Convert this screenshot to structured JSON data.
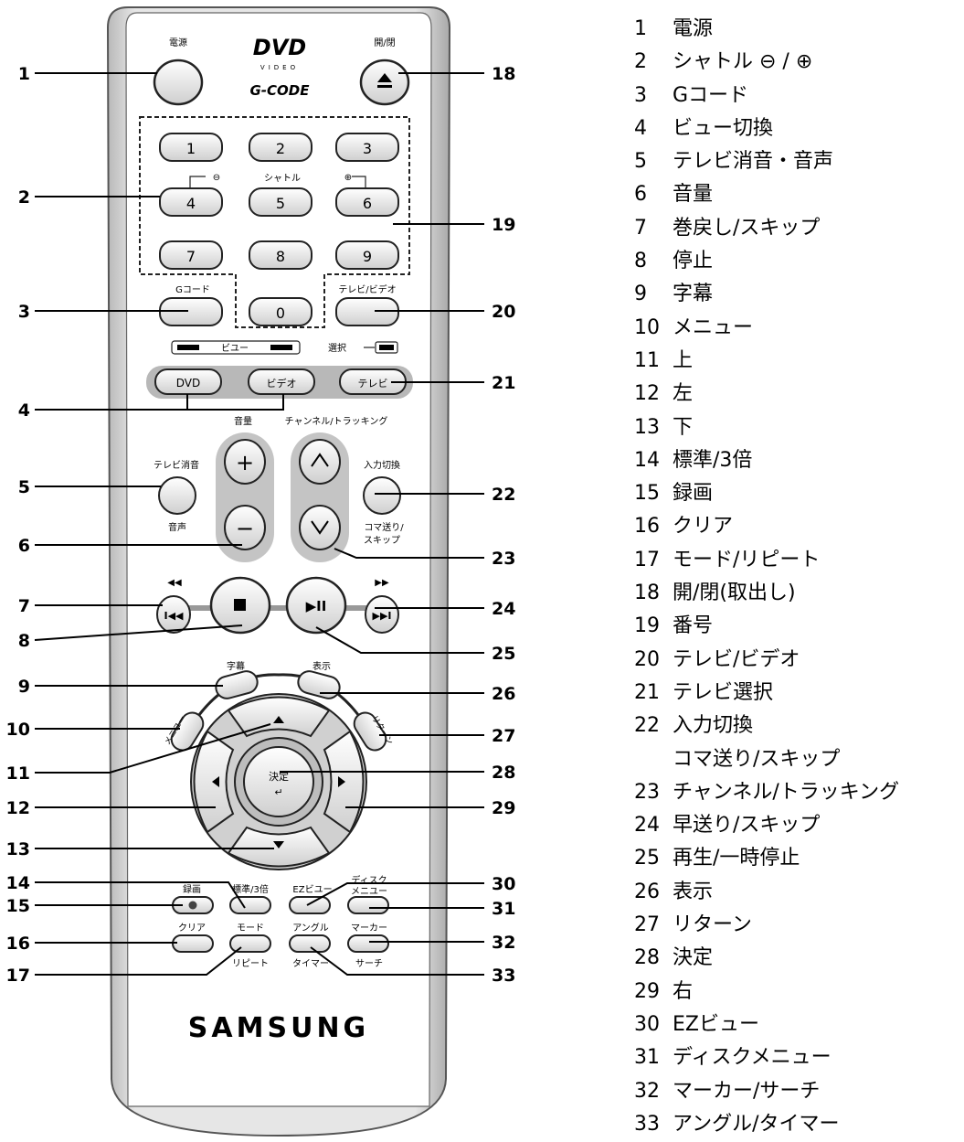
{
  "remote": {
    "brand": "SAMSUNG",
    "logo_main": "DVD",
    "logo_sub": "VIDEO",
    "logo_gcode": "G-CODE",
    "top_labels": {
      "power": "電源",
      "eject": "開/閉"
    },
    "number_keys": [
      "1",
      "2",
      "3",
      "4",
      "5",
      "6",
      "7",
      "8",
      "9",
      "0"
    ],
    "shuttle_label": "シャトル",
    "gcode_label": "Gコード",
    "tv_video_label": "テレビ/ビデオ",
    "view_label": "ビユー",
    "select_label": "選択",
    "mode_buttons": [
      "DVD",
      "ビデオ",
      "テレビ"
    ],
    "volume_label": "音量",
    "channel_label": "チャンネル/トラッキング",
    "tv_mute_label": "テレビ消音",
    "audio_label": "音声",
    "input_label": "入力切換",
    "frame_skip_label": [
      "コマ送り/",
      "スキップ"
    ],
    "subtitle_label": "字幕",
    "display_label": "表示",
    "menu_label": "メニユー",
    "return_label": "リターン",
    "enter_label": "決定",
    "record_label": "録画",
    "standard_label": "標準/3倍",
    "ez_label": "EZビユー",
    "disc_label": "ディスク",
    "disc_menu_label": "メニユー",
    "clear_label": "クリア",
    "mode_label": "モード",
    "angle_label": "アングル",
    "marker_label": "マーカー",
    "repeat_label": "リピート",
    "timer_label": "タイマー",
    "search_label": "サーチ"
  },
  "callouts_left": [
    "1",
    "2",
    "3",
    "4",
    "5",
    "6",
    "7",
    "8",
    "9",
    "10",
    "11",
    "12",
    "13",
    "14",
    "15",
    "16",
    "17"
  ],
  "callouts_right": [
    "18",
    "19",
    "20",
    "21",
    "22",
    "23",
    "24",
    "25",
    "26",
    "27",
    "28",
    "29",
    "30",
    "31",
    "32",
    "33"
  ],
  "legend": [
    {
      "num": "1",
      "text": "電源"
    },
    {
      "num": "2",
      "text": "シャトル ⊖ / ⊕"
    },
    {
      "num": "3",
      "text": "Gコード"
    },
    {
      "num": "4",
      "text": "ビュー切換"
    },
    {
      "num": "5",
      "text": "テレビ消音・音声"
    },
    {
      "num": "6",
      "text": "音量"
    },
    {
      "num": "7",
      "text": "巻戻し/スキップ"
    },
    {
      "num": "8",
      "text": "停止"
    },
    {
      "num": "9",
      "text": "字幕"
    },
    {
      "num": "10",
      "text": "メニュー"
    },
    {
      "num": "11",
      "text": "上"
    },
    {
      "num": "12",
      "text": "左"
    },
    {
      "num": "13",
      "text": "下"
    },
    {
      "num": "14",
      "text": "標準/3倍"
    },
    {
      "num": "15",
      "text": "録画"
    },
    {
      "num": "16",
      "text": "クリア"
    },
    {
      "num": "17",
      "text": "モード/リピート"
    },
    {
      "num": "18",
      "text": "開/閉(取出し)"
    },
    {
      "num": "19",
      "text": "番号"
    },
    {
      "num": "20",
      "text": "テレビ/ビデオ"
    },
    {
      "num": "21",
      "text": "テレビ選択"
    },
    {
      "num": "22",
      "text": "入力切換"
    },
    {
      "num": "",
      "text": "コマ送り/スキップ"
    },
    {
      "num": "23",
      "text": "チャンネル/トラッキング"
    },
    {
      "num": "24",
      "text": "早送り/スキップ"
    },
    {
      "num": "25",
      "text": "再生/一時停止"
    },
    {
      "num": "26",
      "text": "表示"
    },
    {
      "num": "27",
      "text": "リターン"
    },
    {
      "num": "28",
      "text": "決定"
    },
    {
      "num": "29",
      "text": "右"
    },
    {
      "num": "30",
      "text": "EZビュー"
    },
    {
      "num": "31",
      "text": "ディスクメニュー"
    },
    {
      "num": "32",
      "text": "マーカー/サーチ"
    },
    {
      "num": "33",
      "text": "アングル/タイマー"
    }
  ]
}
